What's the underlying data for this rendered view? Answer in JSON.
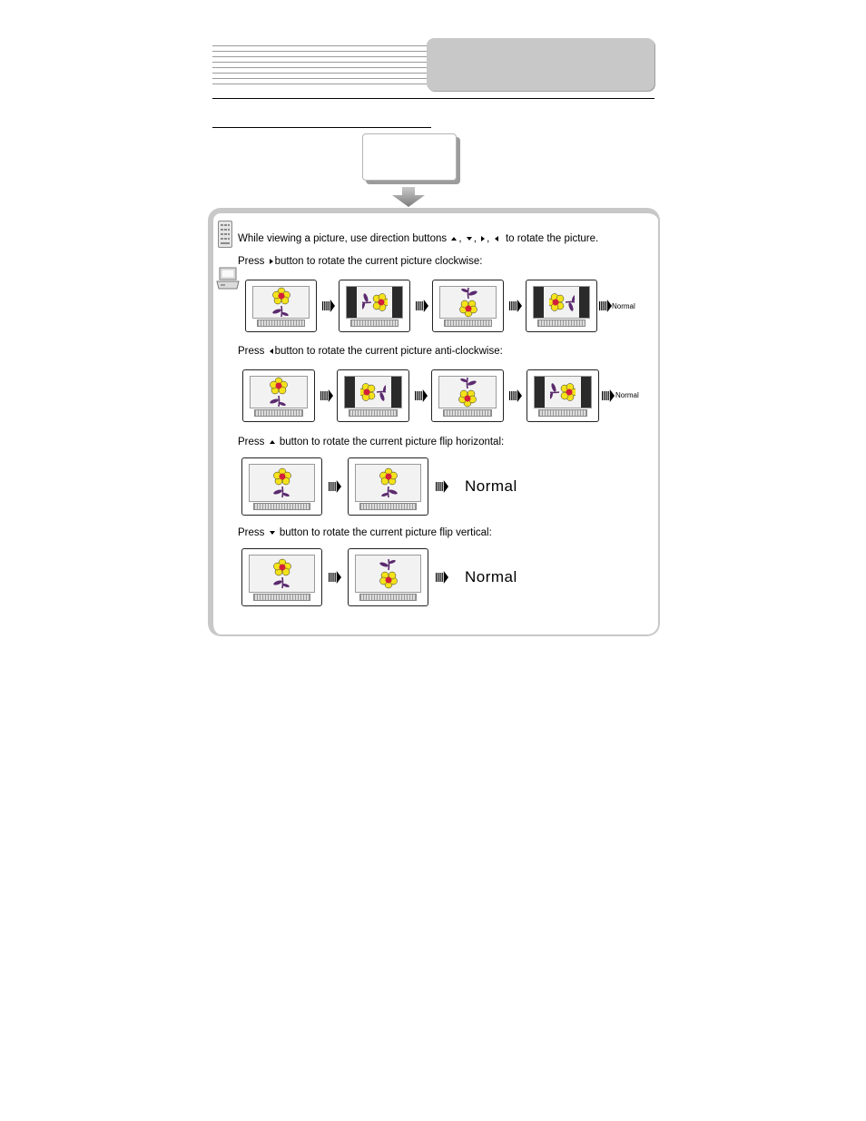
{
  "intro": {
    "text_before": "While viewing a picture, use direction buttons",
    "text_after": "to rotate the picture.",
    "separator": ","
  },
  "rows": [
    {
      "prefix": "Press",
      "button": "right",
      "suffix": "button to rotate the current picture clockwise:",
      "end_label": "Normal"
    },
    {
      "prefix": "Press",
      "button": "left",
      "suffix": "button to rotate the current picture anti-clockwise:",
      "end_label": "Normal"
    },
    {
      "prefix": "Press",
      "button": "up",
      "suffix": "button to rotate the current picture flip horizontal:",
      "end_label": "Normal"
    },
    {
      "prefix": "Press",
      "button": "down",
      "suffix": "button to rotate the current picture flip vertical:",
      "end_label": "Normal"
    }
  ],
  "icons": {
    "remote": "remote-control-icon",
    "player": "portable-player-icon",
    "arrow": "striped-right-arrow-icon",
    "flower": "flower-picture-icon"
  },
  "colors": {
    "petal": "#f4e21a",
    "center": "#d21f3c",
    "stem": "#5b2a6e",
    "header_tab": "#c8c8c8"
  }
}
